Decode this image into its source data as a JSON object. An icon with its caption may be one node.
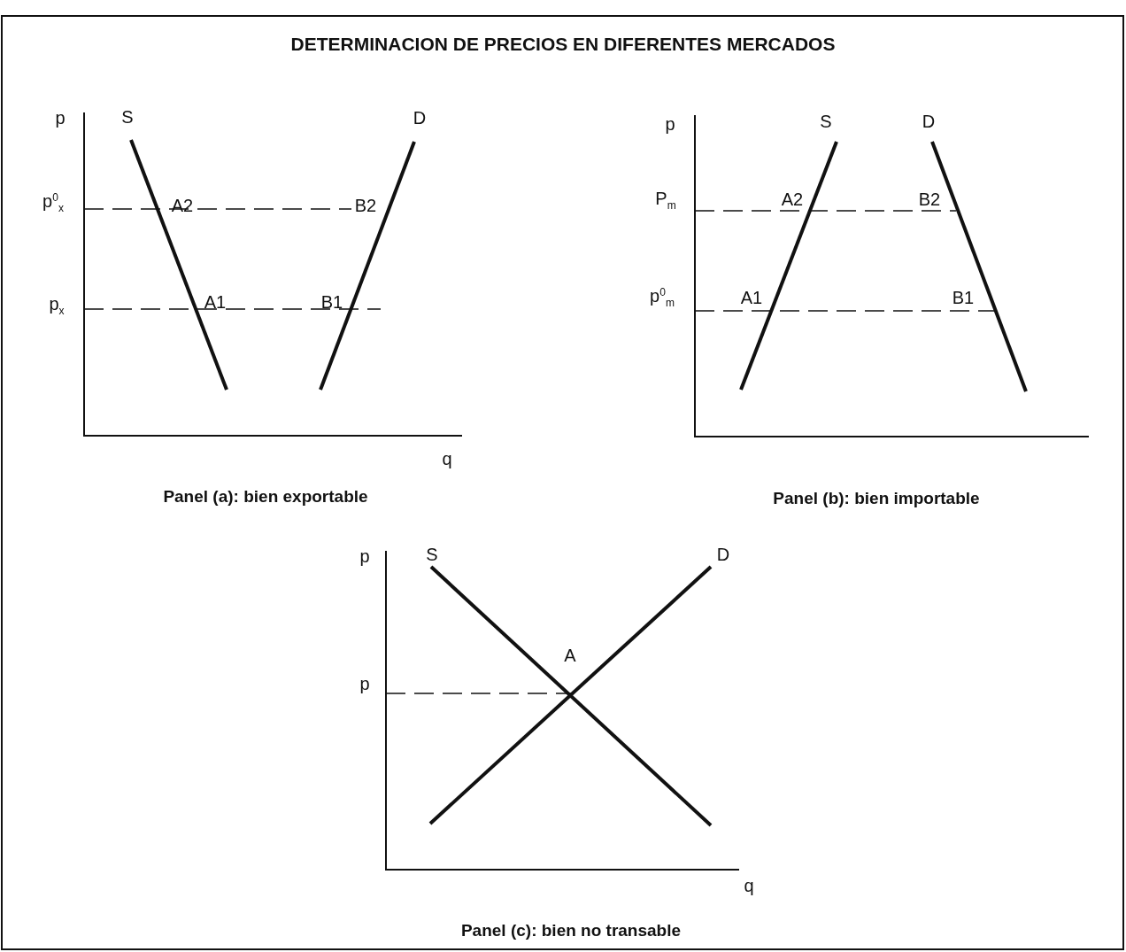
{
  "diagram": {
    "title": "DETERMINACION DE PRECIOS EN DIFERENTES MERCADOS",
    "labels": [
      "p",
      "S",
      "D",
      "p$^{0}$$_{x}$",
      "A2",
      "B2",
      "p$_{x}$",
      "A1",
      "B1",
      "q",
      "Panel (a): bien exportable",
      "p",
      "S",
      "D",
      "P$_{m}$",
      "A2",
      "B2",
      "p$^{0}$$_{m}$",
      "A1",
      "B1",
      "Panel (b): bien importable",
      "p",
      "S",
      "D",
      "A",
      "p",
      "q",
      "Panel (c): bien no transable"
    ]
  }
}
